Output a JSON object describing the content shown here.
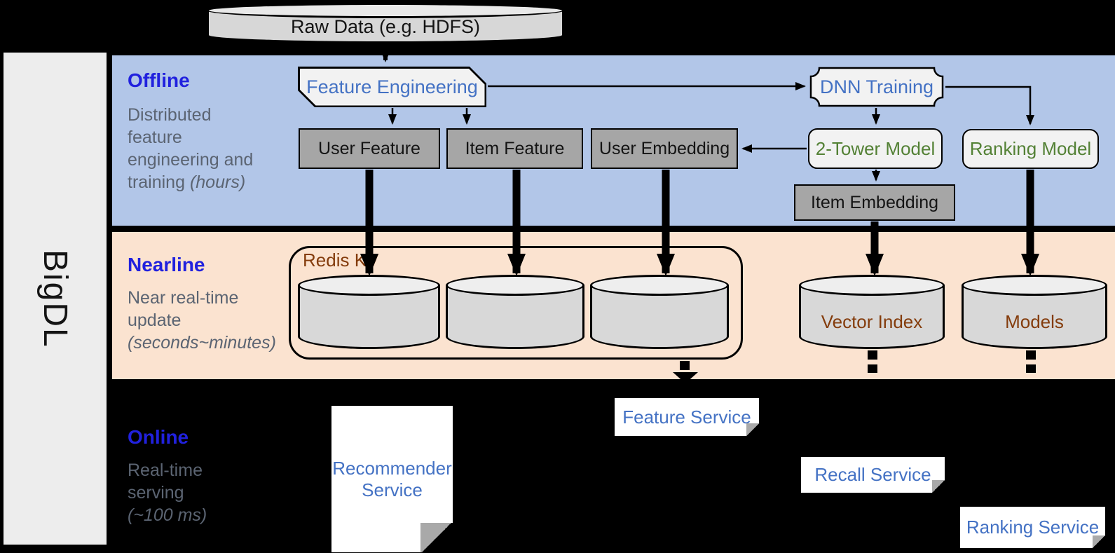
{
  "brand": {
    "name": "BigDL"
  },
  "raw_data": {
    "label": "Raw Data (e.g. HDFS)"
  },
  "offline": {
    "title": "Offline",
    "sub1": "Distributed",
    "sub2": "feature",
    "sub3": "engineering and",
    "sub4a": "training ",
    "sub4b": "(hours)",
    "feature_engineering": "Feature Engineering",
    "dnn_training": "DNN Training",
    "user_feature": "User Feature",
    "item_feature": "Item Feature",
    "user_embedding": "User Embedding",
    "two_tower_model": "2-Tower Model",
    "ranking_model": "Ranking Model",
    "item_embedding": "Item Embedding"
  },
  "nearline": {
    "title": "Nearline",
    "sub1": "Near real-time",
    "sub2": "update",
    "sub3": "(seconds~minutes)",
    "redis_kv": "Redis KV",
    "vector_index": "Vector Index",
    "models": "Models"
  },
  "online": {
    "title": "Online",
    "sub1": "Real-time",
    "sub2": "serving",
    "sub3": "(~100 ms)",
    "recommender_service": "Recommender Service",
    "feature_service": "Feature Service",
    "recall_service": "Recall Service",
    "ranking_service": "Ranking Service"
  },
  "colors": {
    "background": "#000000",
    "sidebar": "#ededed",
    "offline_band": "#b2c6e8",
    "nearline_band": "#fbe3d0",
    "band_title_blue": "#2121de",
    "band_subtitle_gray": "#5b6472",
    "node_blue_text": "#4472c4",
    "node_green_text": "#538135",
    "storage_brown_text": "#843c0c",
    "gray_node_fill": "#a6a6a6",
    "light_node_fill": "#f2f2f2"
  }
}
